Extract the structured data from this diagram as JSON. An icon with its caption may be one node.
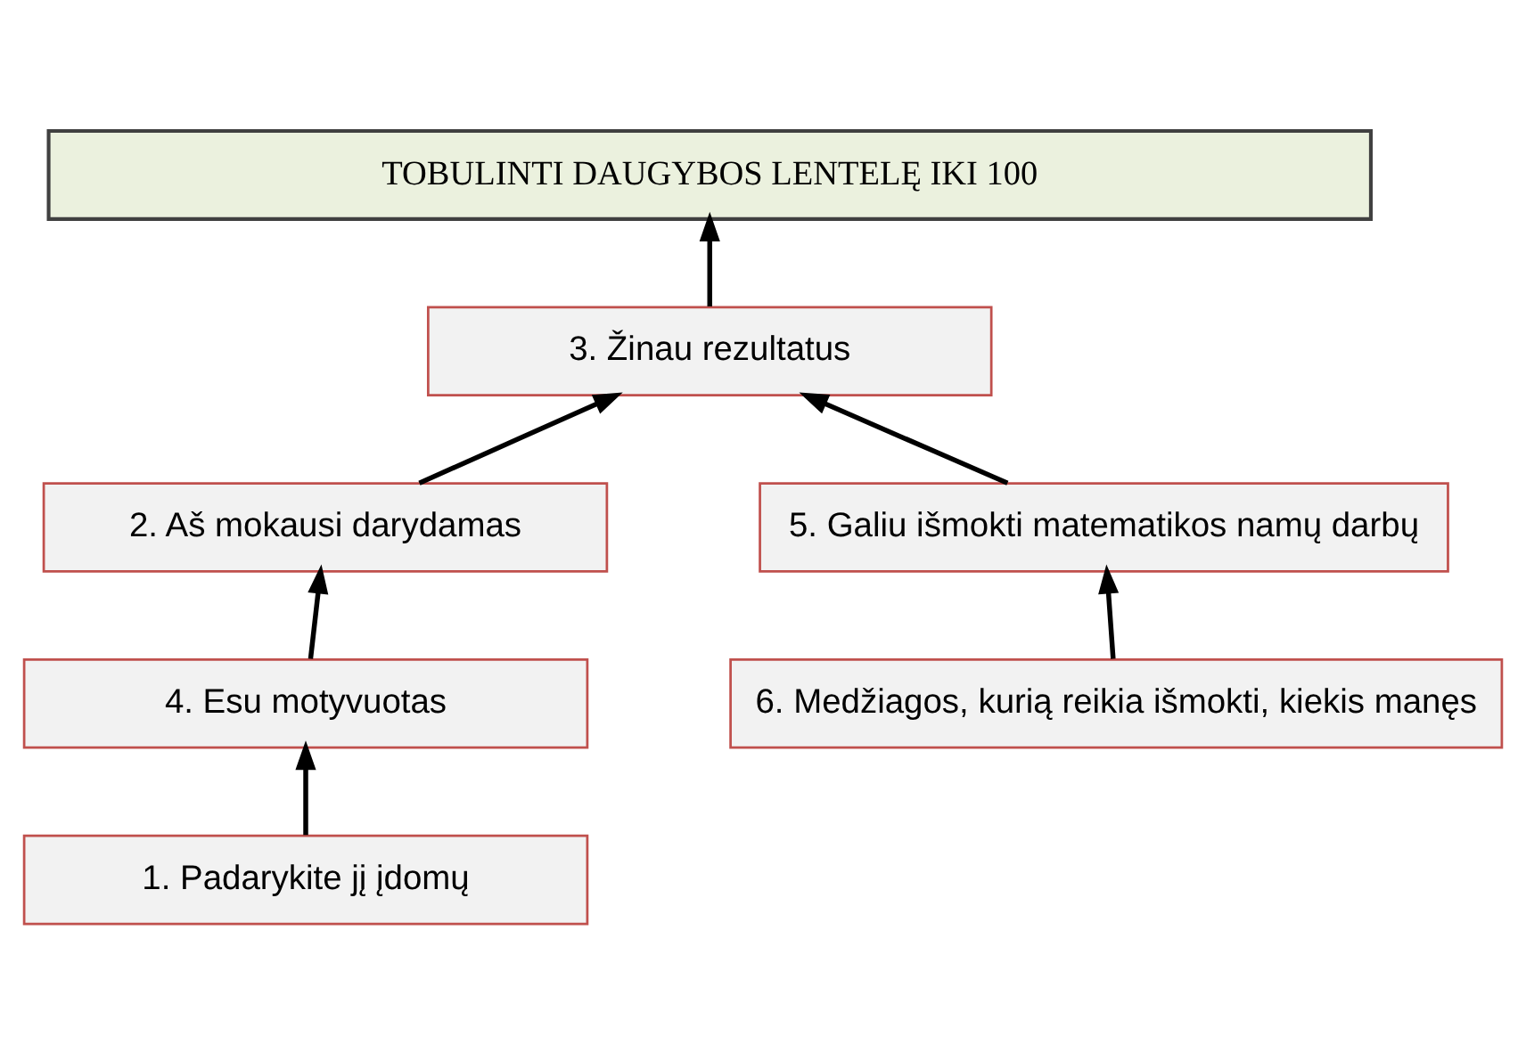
{
  "diagram": {
    "nodes": [
      {
        "text": [
          "TOBULINTI DAUGYBOS LENTELĘ IKI 100"
        ]
      },
      {
        "text": [
          "3. Žinau rezultatus"
        ]
      },
      {
        "text": [
          "2. Aš mokausi darydamas"
        ]
      },
      {
        "text": [
          "5. Galiu išmokti matematikos namų darbų"
        ]
      },
      {
        "text": [
          "4. Esu motyvuotas"
        ]
      },
      {
        "text": [
          "6. Medžiagos, kurią reikia išmokti, kiekis manęs"
        ]
      },
      {
        "text": [
          "1. Padarykite jį įdomų"
        ]
      }
    ],
    "edges": [
      {
        "from": 1,
        "to": 0,
        "arrow": "to"
      },
      {
        "from": 2,
        "to": 1,
        "arrow": "to"
      },
      {
        "from": 3,
        "to": 1,
        "arrow": "to"
      },
      {
        "from": 4,
        "to": 2,
        "arrow": "to"
      },
      {
        "from": 5,
        "to": 3,
        "arrow": "to"
      },
      {
        "from": 6,
        "to": 4,
        "arrow": "to"
      }
    ]
  }
}
